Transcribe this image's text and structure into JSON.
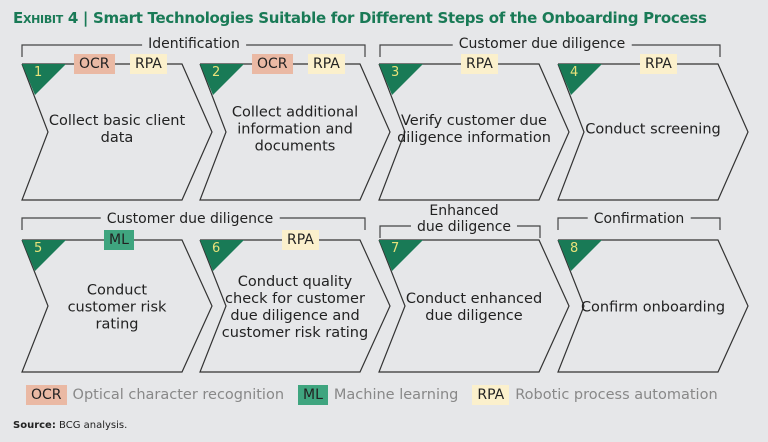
{
  "title": {
    "exhibit": "Exhibit 4",
    "text": "Smart Technologies Suitable for Different Steps of the Onboarding Process"
  },
  "groups": [
    {
      "label": "Identification"
    },
    {
      "label": "Customer due diligence"
    },
    {
      "label": "Customer due diligence"
    },
    {
      "label": "Enhanced\ndue diligence"
    },
    {
      "label": "Confirmation"
    }
  ],
  "steps": [
    {
      "num": "1",
      "text": "Collect basic client data",
      "tags": [
        "OCR",
        "RPA"
      ]
    },
    {
      "num": "2",
      "text": "Collect additional information and documents",
      "tags": [
        "OCR",
        "RPA"
      ]
    },
    {
      "num": "3",
      "text": "Verify customer due diligence information",
      "tags": [
        "RPA"
      ]
    },
    {
      "num": "4",
      "text": "Conduct screening",
      "tags": [
        "RPA"
      ]
    },
    {
      "num": "5",
      "text": "Conduct customer risk rating",
      "tags": [
        "ML"
      ]
    },
    {
      "num": "6",
      "text": "Conduct quality check for customer due diligence and customer risk rating",
      "tags": [
        "RPA"
      ]
    },
    {
      "num": "7",
      "text": "Conduct enhanced due diligence",
      "tags": []
    },
    {
      "num": "8",
      "text": "Confirm onboarding",
      "tags": []
    }
  ],
  "legend": [
    {
      "tag": "OCR",
      "text": "Optical character recognition"
    },
    {
      "tag": "ML",
      "text": "Machine learning"
    },
    {
      "tag": "RPA",
      "text": "Robotic process automation"
    }
  ],
  "source": {
    "label": "Source:",
    "text": "BCG analysis."
  },
  "colors": {
    "green": "#197a56",
    "ocr": "#eab9a4",
    "ml": "#3fa57f",
    "rpa": "#fbf0cc"
  }
}
